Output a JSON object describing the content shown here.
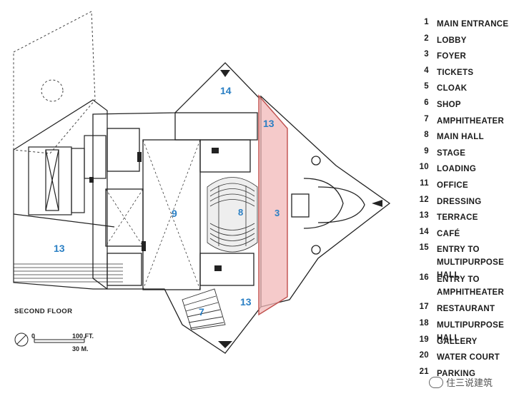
{
  "legend": [
    {
      "num": "1",
      "label": "MAIN ENTRANCE"
    },
    {
      "num": "2",
      "label": "LOBBY"
    },
    {
      "num": "3",
      "label": "FOYER"
    },
    {
      "num": "4",
      "label": "TICKETS"
    },
    {
      "num": "5",
      "label": "CLOAK"
    },
    {
      "num": "6",
      "label": "SHOP"
    },
    {
      "num": "7",
      "label": "AMPHITHEATER"
    },
    {
      "num": "8",
      "label": "MAIN HALL"
    },
    {
      "num": "9",
      "label": "STAGE"
    },
    {
      "num": "10",
      "label": "LOADING"
    },
    {
      "num": "11",
      "label": "OFFICE"
    },
    {
      "num": "12",
      "label": "DRESSING"
    },
    {
      "num": "13",
      "label": "TERRACE"
    },
    {
      "num": "14",
      "label": "CAFÉ"
    },
    {
      "num": "15",
      "label": "ENTRY TO MULTIPURPOSE HALL"
    },
    {
      "num": "16",
      "label": "ENTRY TO AMPHITHEATER"
    },
    {
      "num": "17",
      "label": "RESTAURANT"
    },
    {
      "num": "18",
      "label": "MULTIPURPOSE HALL"
    },
    {
      "num": "19",
      "label": "GALLERY"
    },
    {
      "num": "20",
      "label": "WATER COURT"
    },
    {
      "num": "21",
      "label": "PARKING"
    }
  ],
  "plan_labels": {
    "terrace_left": "13",
    "terrace_top": "13",
    "terrace_bottom": "13",
    "cafe": "14",
    "stage": "9",
    "main_hall": "8",
    "foyer": "3",
    "amphitheater": "7"
  },
  "floor_caption": "SECOND FLOOR",
  "scale": {
    "zero": "0",
    "feet": "100 FT.",
    "meters": "30 M."
  },
  "watermark": "住三说建筑",
  "colors": {
    "label_blue": "#2a7fc4",
    "highlight_fill": "#f2b8b8",
    "highlight_stroke": "#c0504d",
    "line": "#222222"
  }
}
